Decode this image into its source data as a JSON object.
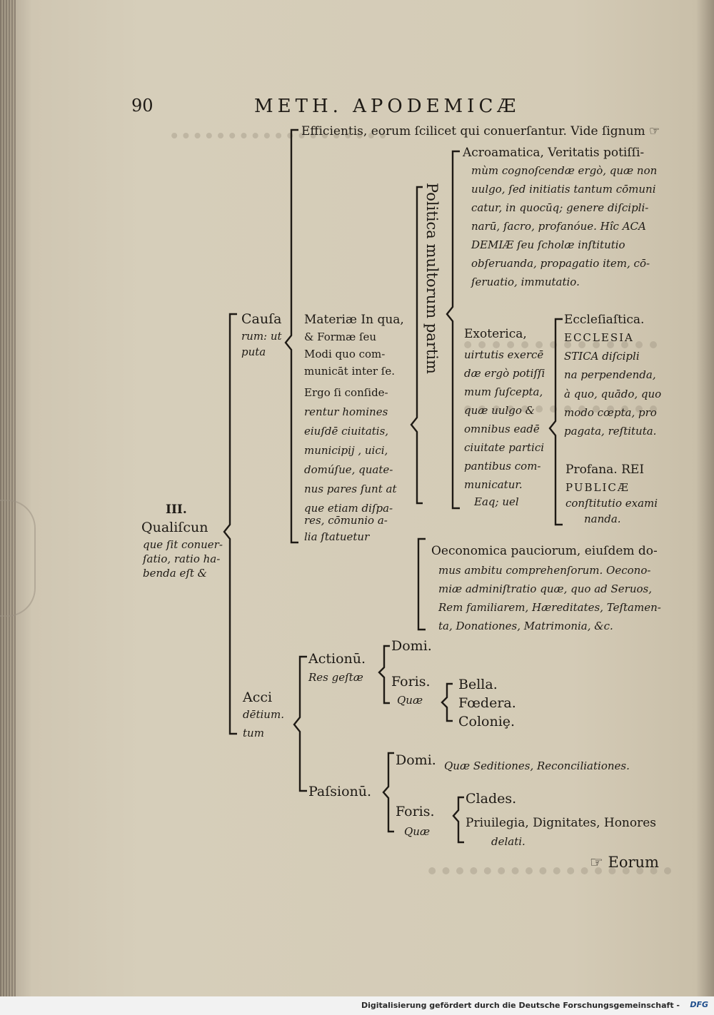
{
  "page": {
    "number": "90",
    "running_head": "METH. APODEMICÆ",
    "catchword": "☞ Eorum"
  },
  "tree": {
    "root": [
      "III.",
      "Qualiſcun",
      "que ſit conuer-",
      "ſatio, ratio ha-",
      "benda eſt &"
    ],
    "efficientis": "Efficientis, eorum ſcilicet qui conuerſantur. Vide ſignum ☞",
    "causarum": [
      "Cauſa",
      "rum: ut",
      "puta"
    ],
    "materiae": [
      "Materiæ In qua,",
      "& Formæ ſeu",
      "Modi quo com-",
      "municāt inter ſe.",
      "Ergo ſi conſide-",
      "rentur homines",
      "eiuſdē ciuitatis,",
      "municipij , uici,",
      "domúſue, quate-",
      "nus pares ſunt at",
      "que etiam diſpa-",
      "res, cōmunio a-",
      "lia ſtatuetur"
    ],
    "politica": "Politica multorum partim",
    "acroamatica": [
      "Acroamatica, Veritatis potiſſi-",
      "mùm cognoſcendæ ergò, quæ non",
      "uulgo, ſed initiatis tantum cōmuni",
      "catur, in quocūq; genere diſcipli-",
      "narū, ſacro, profanóue. Hîc ACA",
      "DEMIÆ ſeu ſcholæ inſtitutio",
      "obſeruanda, propagatio item, cō-",
      "ſeruatio, immutatio."
    ],
    "exoterica": [
      "Exoterica,",
      "uirtutis exercē",
      "dæ ergò potiſſi",
      "mum ſuſcepta,",
      "quæ uulgo &",
      "omnibus eadē",
      "ciuitate partici",
      "pantibus com-",
      "municatur.",
      "Eaq; uel"
    ],
    "ecclesiastica": [
      "Eccleſiaſtica.",
      "ECCLESIA",
      "STICA diſcipli",
      "na perpendenda,",
      "à quo, quādo, quo",
      "modo cœpta, pro",
      "pagata, reſtituta."
    ],
    "profana": [
      "Profana. REI",
      "PUBLICÆ",
      "conſtitutio exami",
      "nanda."
    ],
    "oeconomica": [
      "Oeconomica pauciorum, eiuſdem do-",
      "mus ambitu comprehenſorum. Oecono-",
      "miæ adminiſtratio quæ, quo ad Seruos,",
      "Rem familiarem, Hæreditates, Teſtamen-",
      "ta, Donationes, Matrimonia, &c."
    ],
    "accidentium": [
      "Acci",
      "dētium.",
      "tum"
    ],
    "actionum": [
      "Actionū.",
      "Res geſtæ"
    ],
    "domi_1": "Domi.",
    "foris_1": [
      "Foris.",
      "Quæ"
    ],
    "bella": "Bella.",
    "foedera": "Fœdera.",
    "coloniae": "Coloniȩ.",
    "passionum": "Paſsionū.",
    "domi_2": [
      "Domi.",
      "Quæ Seditiones, Reconciliationes."
    ],
    "foris_2": [
      "Foris.",
      "Quæ"
    ],
    "clades": "Clades.",
    "priuilegia": "Priuilegia, Dignitates, Honores",
    "delati": "delati."
  },
  "footer": {
    "text": "Digitalisierung gefördert durch die Deutsche Forschungsgemeinschaft -",
    "logo": "DFG"
  }
}
